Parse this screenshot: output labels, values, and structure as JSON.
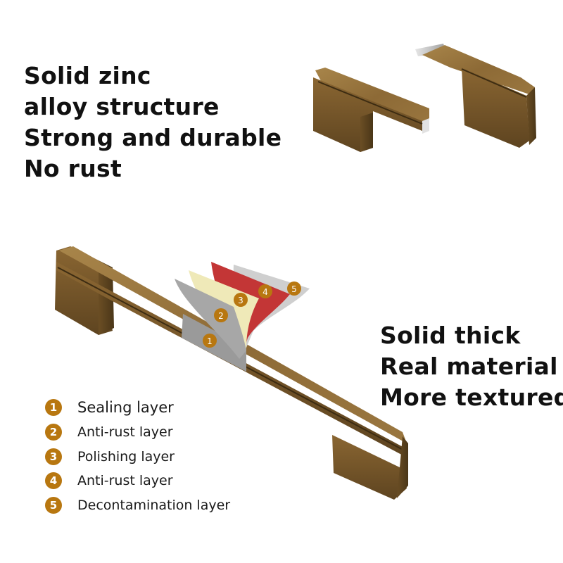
{
  "headline_top": [
    "Solid zinc",
    "alloy structure",
    "Strong and durable",
    "No rust"
  ],
  "headline_right": [
    "Solid thick",
    "Real material",
    "More textured"
  ],
  "layer_callouts": [
    "1",
    "2",
    "3",
    "4",
    "5"
  ],
  "legend": [
    {
      "num": "1",
      "label": "Sealing layer"
    },
    {
      "num": "2",
      "label": "Anti-rust layer"
    },
    {
      "num": "3",
      "label": "Polishing layer"
    },
    {
      "num": "4",
      "label": "Anti-rust layer"
    },
    {
      "num": "5",
      "label": "Decontamination layer"
    }
  ],
  "colors": {
    "bronze_dark": "#4e3a1c",
    "bronze_mid": "#8a6a38",
    "bronze_light": "#b08a50",
    "badge": "#b87710",
    "layer_gray": "#9a9a9a",
    "layer_cream": "#efe9b8",
    "layer_red": "#c33636",
    "layer_silver": "#cfcfcf"
  }
}
